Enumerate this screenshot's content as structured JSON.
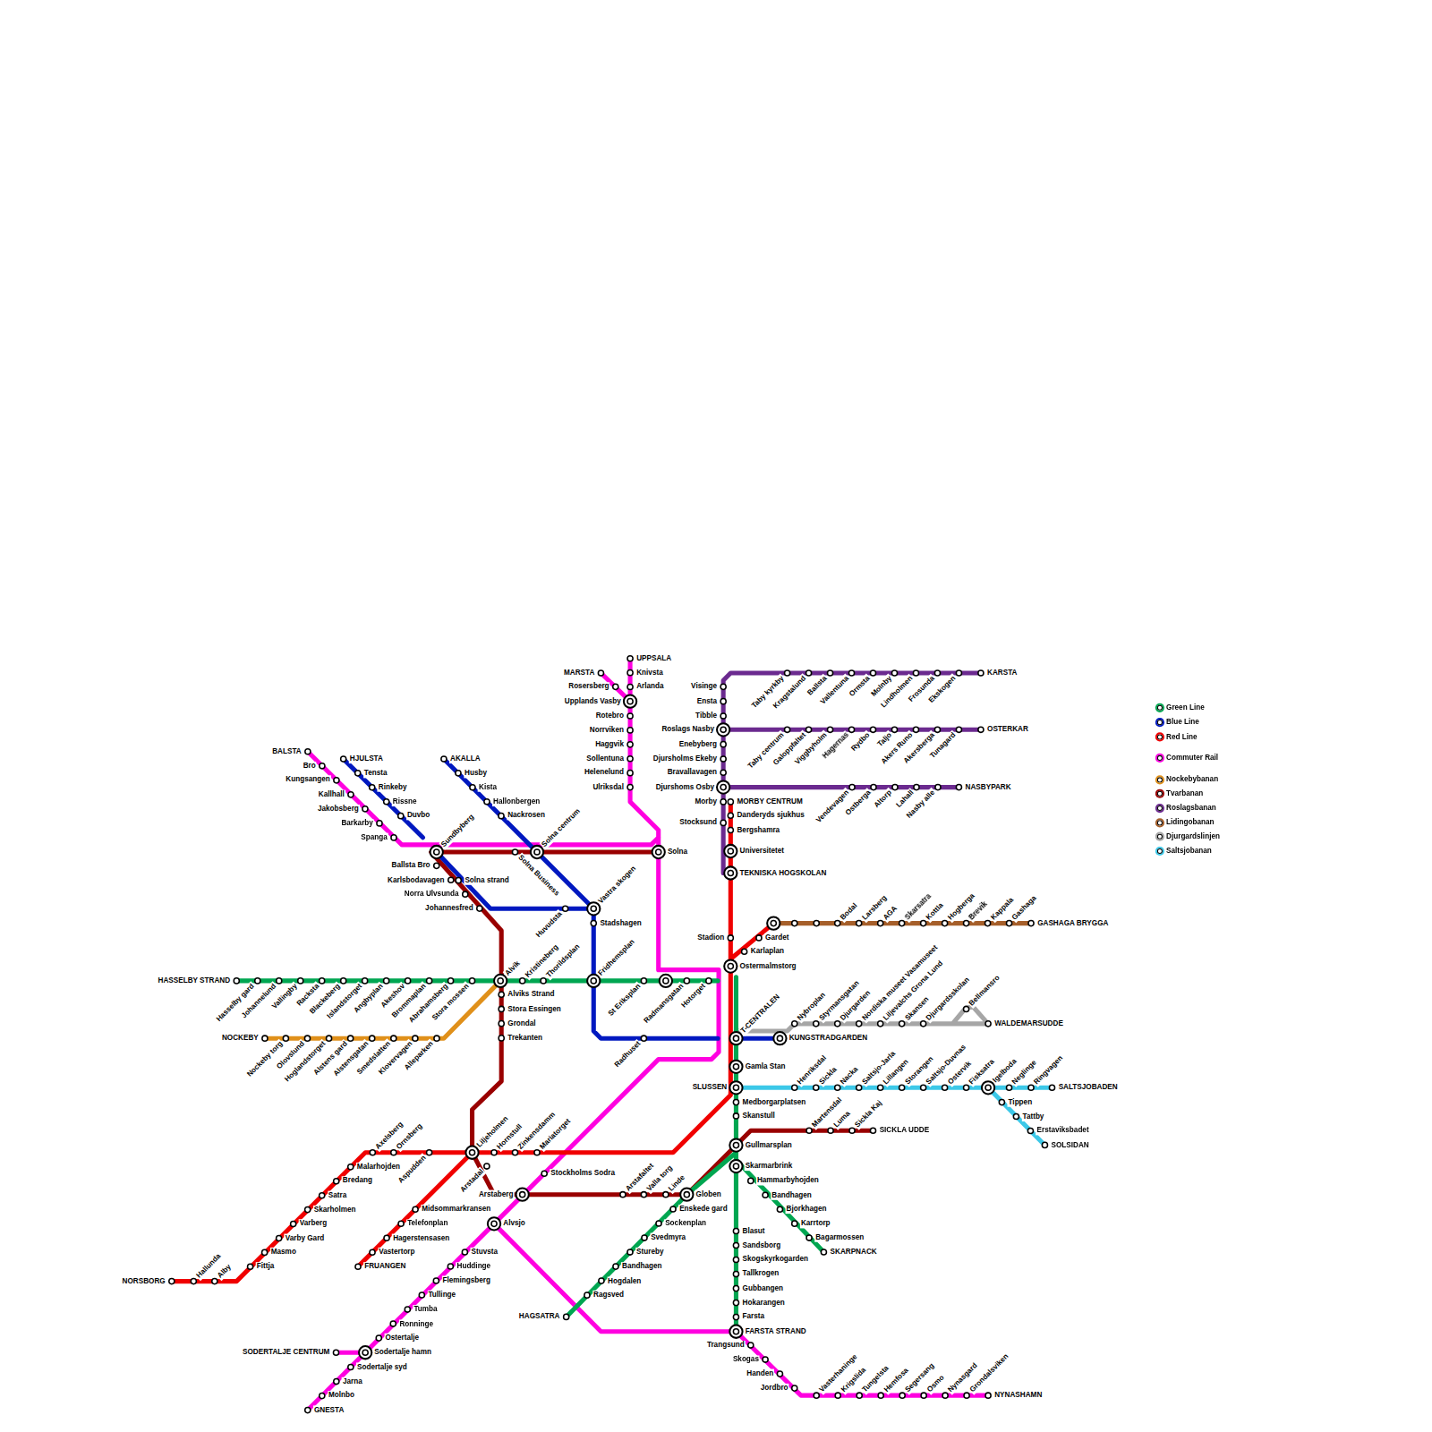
{
  "diagram": {
    "labels": [
      "HASSELBY STRAND",
      "Hasselby gard",
      "Johannelund",
      "Vallingby",
      "Racksta",
      "Blackeberg",
      "Islandstorget",
      "Angbyplan",
      "Akeshov",
      "Brommaplan",
      "Abrahamsberg",
      "Stora mossen",
      "Alvik",
      "Kristineberg",
      "Thorildsplan",
      "Fridhemsplan",
      "St Eriksplan",
      "Radmansgatan",
      "Hotorget",
      "T-CENTRALEN",
      "Gamla Stan",
      "SLUSSEN",
      "Medborgarplatsen",
      "Skanstull",
      "Gullmarsplan",
      "Skarmarbrink",
      "Hammarbyhojden",
      "Bandhagen",
      "Bjorkhagen",
      "Karrtorp",
      "Bagarmossen",
      "SKARPNACK",
      "Blasut",
      "Sandsborg",
      "Skogskyrkogarden",
      "Tallkrogen",
      "Gubbangen",
      "Hokarangen",
      "Farsta",
      "FARSTA STRAND",
      "Globen",
      "Enskede gard",
      "Sockenplan",
      "Svedmyra",
      "Stureby",
      "Bandhagen",
      "Hogdalen",
      "Ragsved",
      "HAGSATRA",
      "HJULSTA",
      "Tensta",
      "Rinkeby",
      "Rissne",
      "Duvbo",
      "AKALLA",
      "Husby",
      "Kista",
      "Hallonbergen",
      "Nackrosen",
      "Solna centrum",
      "Vastra skogen",
      "Huvudsta",
      "Solna strand",
      "Stadshagen",
      "Radhuset",
      "KUNGSTRADGARDEN",
      "NORSBORG",
      "Hallunda",
      "Alby",
      "Fittja",
      "Masmo",
      "Varby Gard",
      "Varberg",
      "Skarholmen",
      "Satra",
      "Bredang",
      "Malarhojden",
      "Axelsberg",
      "Ornsberg",
      "Aspudden",
      "Liljeholmen",
      "Hornstull",
      "Zinkensdamm",
      "Mariatorget",
      "FRUANGEN",
      "Vastertorp",
      "Hagerstensasen",
      "Telefonplan",
      "Midsommarkransen",
      "Ostermalmstorg",
      "Stadion",
      "Karlaplan",
      "Gardet",
      "TEKNISKA HOGSKOLAN",
      "Universitetet",
      "Bergshamra",
      "Danderyds sjukhus",
      "MORBY CENTRUM",
      "BALSTA",
      "Bro",
      "Kungsangen",
      "Kallhall",
      "Jakobsberg",
      "Barkarby",
      "Spanga",
      "Sundbyberg",
      "Solna",
      "UPPSALA",
      "Knivsta",
      "Arlanda",
      "MARSTA",
      "Rosersberg",
      "Upplands Vasby",
      "Rotebro",
      "Norrviken",
      "Haggvik",
      "Sollentuna",
      "Helenelund",
      "Ulriksdal",
      "Stockholms Sodra",
      "Arstaberg",
      "Alvsjo",
      "Stuvsta",
      "Huddinge",
      "Flemingsberg",
      "Tullinge",
      "Tumba",
      "Ronninge",
      "Ostertalje",
      "Sodertalje hamn",
      "SODERTALJE CENTRUM",
      "Sodertalje syd",
      "Jarna",
      "Molnbo",
      "GNESTA",
      "Trangsund",
      "Skogas",
      "Handen",
      "Jordbro",
      "Vasterhaninge",
      "Krigslida",
      "Tungelsta",
      "Hemfosa",
      "Segersang",
      "Osmo",
      "Nynasgard",
      "Grondalsviken",
      "NYNASHAMN",
      "Solna Business",
      "Ballsta Bro",
      "Karlsbodavagen",
      "Norra Ulvsunda",
      "Johannesfred",
      "Alviks Strand",
      "Stora Essingen",
      "Grondal",
      "Trekanten",
      "Arstadal",
      "Arstafaltet",
      "Valla torg",
      "Linde",
      "Martensdal",
      "Luma",
      "Sickla Kaj",
      "SICKLA UDDE",
      "NOCKEBY",
      "Nockeby torg",
      "Olovslund",
      "Hoglandstorget",
      "Alstens gard",
      "Alstensgatan",
      "Smedslatten",
      "Klovervagen",
      "Alleparken",
      "Visinge",
      "Ensta",
      "Tibble",
      "Roslags Nasby",
      "Enebyberg",
      "Djursholms Ekeby",
      "Bravallavagen",
      "Djurshoms Osby",
      "Morby",
      "Stocksund",
      "Taby kyrkby",
      "Kragstalund",
      "Ballsta",
      "Vallentuna",
      "Ormsta",
      "Molnby",
      "Lindholmen",
      "Frosunda",
      "Ekskogen",
      "KARSTA",
      "Taby centrum",
      "Galoppfaltet",
      "Viggbyholm",
      "Hagernas",
      "Rydbo",
      "Taljo",
      "Akers Runo",
      "Akersberga",
      "Tunagard",
      "OSTERKAR",
      "Vendevagen",
      "Ostberga",
      "Altorp",
      "Lahall",
      "Nasby alle",
      "NASBYPARK",
      "Bodal",
      "Larsberg",
      "AGA",
      "Skarsatra",
      "Kottla",
      "Hogberga",
      "Brevik",
      "Kappala",
      "Gashaga",
      "GASHAGA BRYGGA",
      "Nybroplan",
      "Styrmansgatan",
      "Djurgarden",
      "Nordiska museet Vasamuseet",
      "Liljevalchs Grona Lund",
      "Skansen",
      "Djurgardsskolan",
      "Bellmansro",
      "WALDEMARSUDDE",
      "Henriksdal",
      "Sickla",
      "Nacka",
      "Saltsjo-Jarla",
      "Lillangen",
      "Storangen",
      "Saltsjo-Duvnas",
      "Ostervik",
      "Fisksatra",
      "Igelboda",
      "Neglinge",
      "Ringvagen",
      "SALTSJOBADEN",
      "Tippen",
      "Tattby",
      "Erstaviksbadet",
      "SOLSIDAN"
    ],
    "legend": [
      {
        "text": "Green Line",
        "color": "#00a651"
      },
      {
        "text": "Blue Line",
        "color": "#0019c0"
      },
      {
        "text": "Red Line",
        "color": "#f00000"
      },
      {
        "text": "Commuter Rail",
        "color": "#ff00e0"
      },
      {
        "text": "Nockebybanan",
        "color": "#e0901a"
      },
      {
        "text": "Tvarbanan",
        "color": "#990000"
      },
      {
        "text": "Roslagsbanan",
        "color": "#6b2a8f"
      },
      {
        "text": "Lidingobanan",
        "color": "#a65f2a"
      },
      {
        "text": "Djurgardslinjen",
        "color": "#a6a6a6"
      },
      {
        "text": "Saltsjobanan",
        "color": "#3cc8e8"
      }
    ]
  }
}
